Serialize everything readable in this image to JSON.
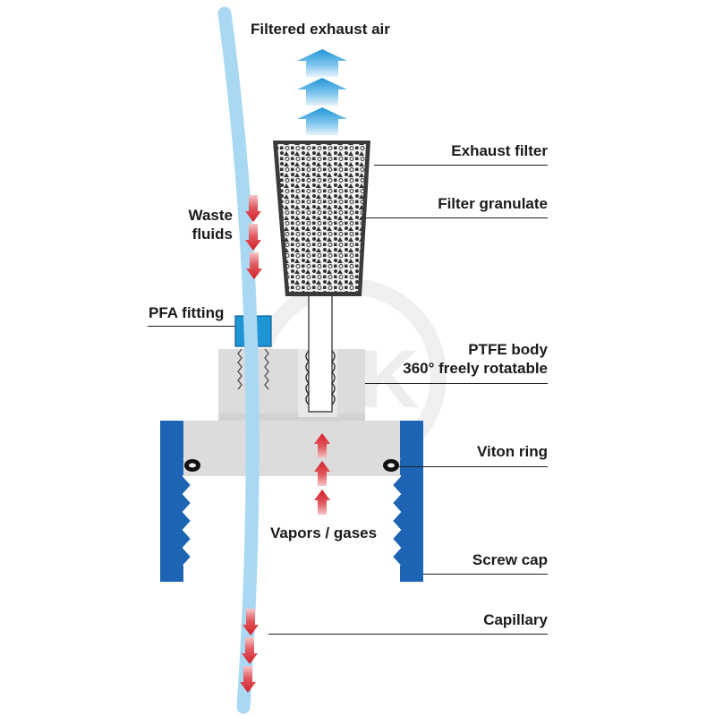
{
  "labels": {
    "filtered_exhaust_air": "Filtered exhaust air",
    "exhaust_filter": "Exhaust filter",
    "filter_granulate": "Filter granulate",
    "waste_fluids_line1": "Waste",
    "waste_fluids_line2": "fluids",
    "pfa_fitting": "PFA fitting",
    "ptfe_body_line1": "PTFE body",
    "ptfe_body_line2": "360° freely rotatable",
    "viton_ring": "Viton ring",
    "vapors_gases": "Vapors / gases",
    "screw_cap": "Screw cap",
    "capillary": "Capillary"
  },
  "colors": {
    "capillary_blue": "#a9d8f3",
    "exhaust_arrow_blue": "#1f95d6",
    "flow_arrow_red": "#d9242b",
    "screw_cap_blue": "#1d64b4",
    "pfa_fitting_blue": "#1f95d6",
    "ptfe_body_gray": "#dcdcdc",
    "filter_dark": "#3a3a3a",
    "leader_line": "#222222"
  },
  "icons": {
    "exhaust_arrows": "up-arrow-icon",
    "waste_flow_arrows": "down-arrow-icon",
    "vapor_flow_arrows": "up-arrow-icon",
    "watermark": "uk-logo-watermark"
  }
}
